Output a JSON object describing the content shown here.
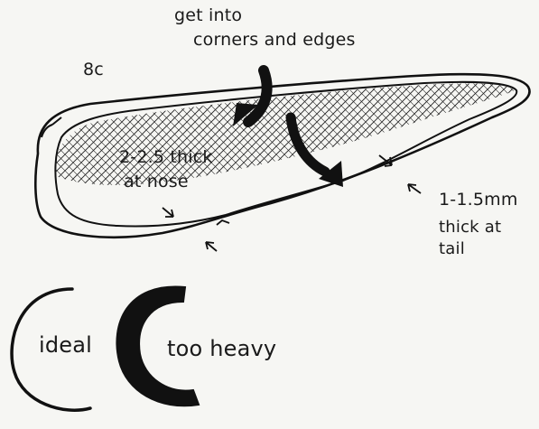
{
  "figure_label": "8c",
  "annotations": {
    "top_line1": "get into",
    "top_line2": "corners and edges",
    "nose_line1": "2-2.5 thick",
    "nose_line2": "at nose",
    "tail_line1": "1-1.5mm",
    "tail_line2": "thick at",
    "tail_line3": "tail"
  },
  "examples": {
    "ideal_label": "ideal",
    "heavy_label": "too heavy"
  },
  "colors": {
    "ink": "#111111",
    "paper": "#f6f6f3"
  }
}
